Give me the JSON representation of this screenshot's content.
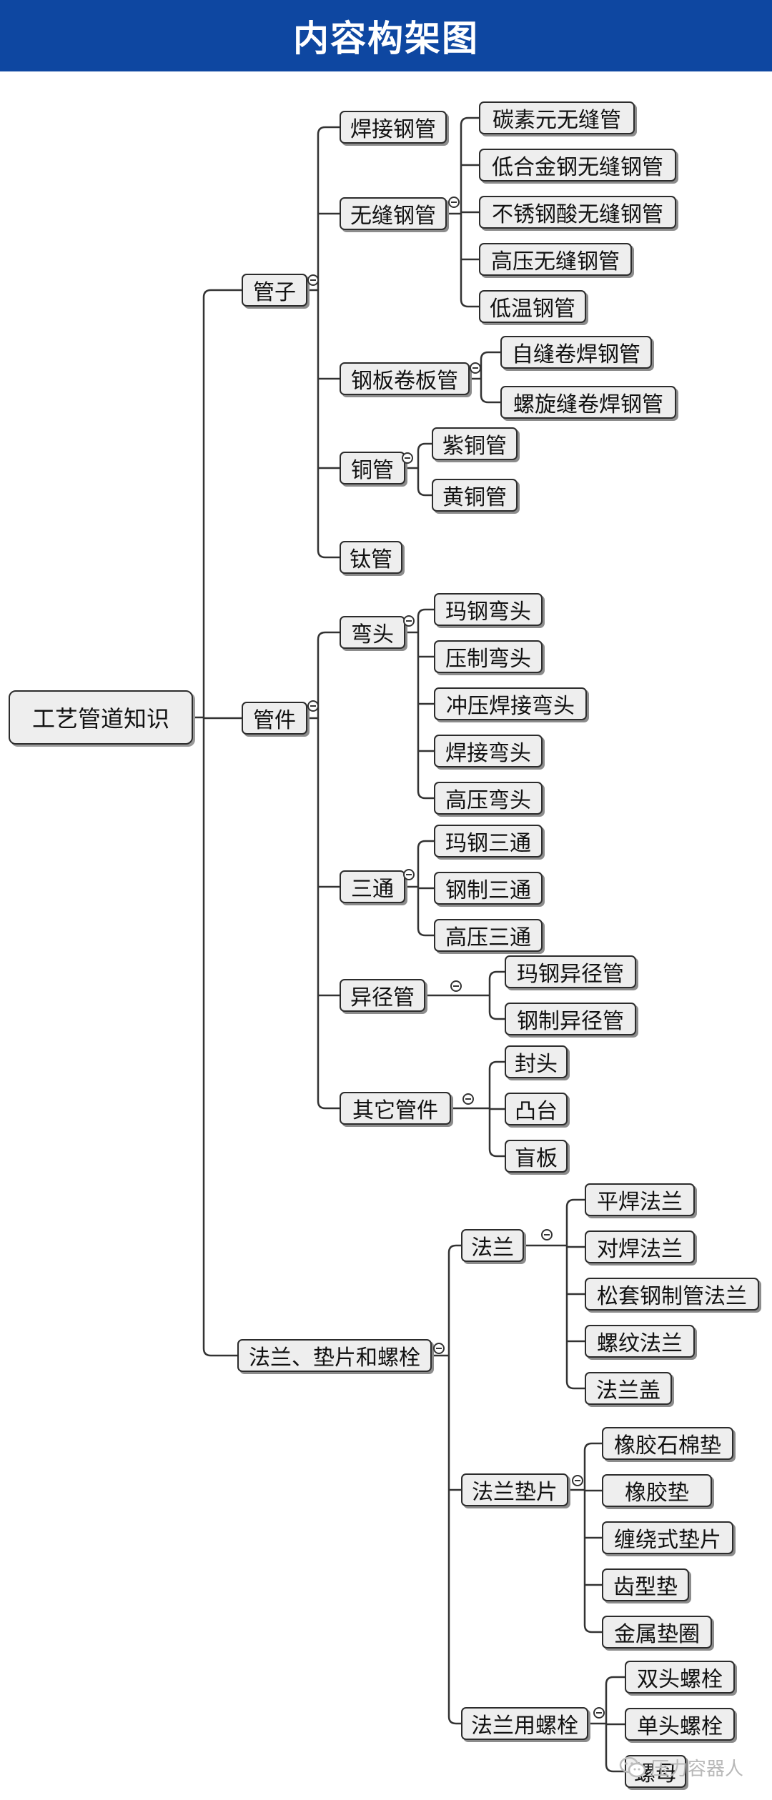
{
  "header": {
    "title": "内容构架图"
  },
  "root": {
    "label": "工艺管道知识"
  },
  "branches": [
    {
      "label": "管子",
      "children": [
        {
          "label": "焊接钢管"
        },
        {
          "label": "无缝钢管",
          "children": [
            "碳素元无缝管",
            "低合金钢无缝钢管",
            "不锈钢酸无缝钢管",
            "高压无缝钢管",
            "低温钢管"
          ]
        },
        {
          "label": "钢板卷板管",
          "children": [
            "自缝卷焊钢管",
            "螺旋缝卷焊钢管"
          ]
        },
        {
          "label": "铜管",
          "children": [
            "紫铜管",
            "黄铜管"
          ]
        },
        {
          "label": "钛管"
        }
      ]
    },
    {
      "label": "管件",
      "children": [
        {
          "label": "弯头",
          "children": [
            "玛钢弯头",
            "压制弯头",
            "冲压焊接弯头",
            "焊接弯头",
            "高压弯头"
          ]
        },
        {
          "label": "三通",
          "children": [
            "玛钢三通",
            "钢制三通",
            "高压三通"
          ]
        },
        {
          "label": "异径管",
          "children": [
            "玛钢异径管",
            "钢制异径管"
          ]
        },
        {
          "label": "其它管件",
          "children": [
            "封头",
            "凸台",
            "盲板"
          ]
        }
      ]
    },
    {
      "label": "法兰、垫片和螺栓",
      "children": [
        {
          "label": "法兰",
          "children": [
            "平焊法兰",
            "对焊法兰",
            "松套钢制管法兰",
            "螺纹法兰",
            "法兰盖"
          ]
        },
        {
          "label": "法兰垫片",
          "children": [
            "橡胶石棉垫",
            "橡胶垫",
            "缠绕式垫片",
            "齿型垫",
            "金属垫圈"
          ]
        },
        {
          "label": "法兰用螺栓",
          "children": [
            "双头螺栓",
            "单头螺栓",
            "螺母"
          ]
        }
      ]
    }
  ],
  "watermark": {
    "text": "压力容器人",
    "icon": "wechat-icon"
  },
  "colors": {
    "header": "#0e47a1",
    "node_fill": "#eeeeee",
    "node_border": "#2c2c2c",
    "line": "#333333"
  }
}
